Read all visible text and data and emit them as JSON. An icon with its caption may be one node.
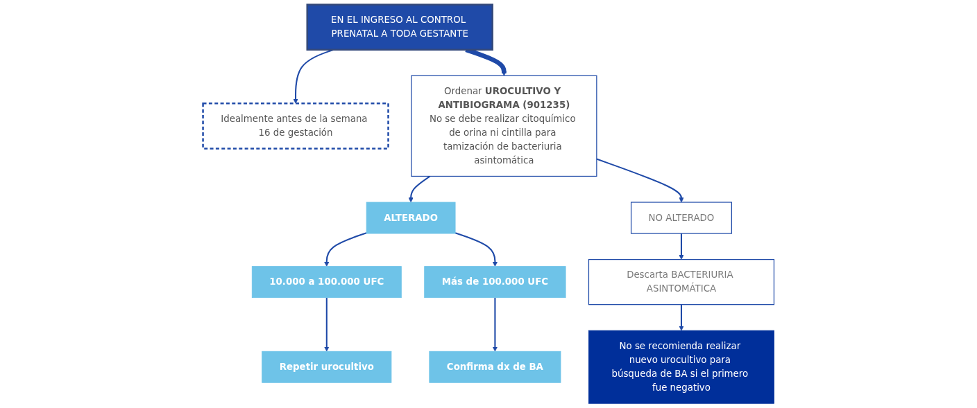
{
  "diagram": {
    "nodes": [
      {
        "text": [
          "EN EL INGRESO AL CONTROL PRENATAL A TODA GESTANTE"
        ]
      },
      {
        "text": [
          "Idealmente antes de la semana 16 de gestación"
        ]
      },
      {
        "text": [
          "Ordenar **UROCULTIVO Y ANTIBIOGRAMA (901235)**",
          "No se debe realizar citoquímico de orina ni cintilla para tamización de bacteriuria asintomática"
        ]
      },
      {
        "text": [
          "ALTERADO"
        ]
      },
      {
        "text": [
          "NO ALTERADO"
        ]
      },
      {
        "text": [
          "10.000 a 100.000 UFC"
        ]
      },
      {
        "text": [
          "Más de 100.000 UFC"
        ]
      },
      {
        "text": [
          "Descarta BACTERIURIA ASINTOMÁTICA"
        ]
      },
      {
        "text": [
          "No se recomienda realizar nuevo urocultivo para búsqueda de BA si el primero fue negativo"
        ]
      },
      {
        "text": [
          "Repetir urocultivo"
        ]
      },
      {
        "text": [
          "Confirma dx de BA"
        ]
      }
    ],
    "edges": [
      {
        "from": 0,
        "to": 1,
        "arrow": "to"
      },
      {
        "from": 0,
        "to": 2,
        "arrow": "to",
        "style": "thick"
      },
      {
        "from": 2,
        "to": 3,
        "arrow": "to"
      },
      {
        "from": 2,
        "to": 4,
        "arrow": "to"
      },
      {
        "from": 3,
        "to": 5,
        "arrow": "to"
      },
      {
        "from": 3,
        "to": 6,
        "arrow": "to"
      },
      {
        "from": 4,
        "to": 7,
        "arrow": "to"
      },
      {
        "from": 7,
        "to": 8,
        "arrow": "to"
      },
      {
        "from": 5,
        "to": 9,
        "arrow": "to"
      },
      {
        "from": 6,
        "to": 10,
        "arrow": "to"
      }
    ]
  }
}
